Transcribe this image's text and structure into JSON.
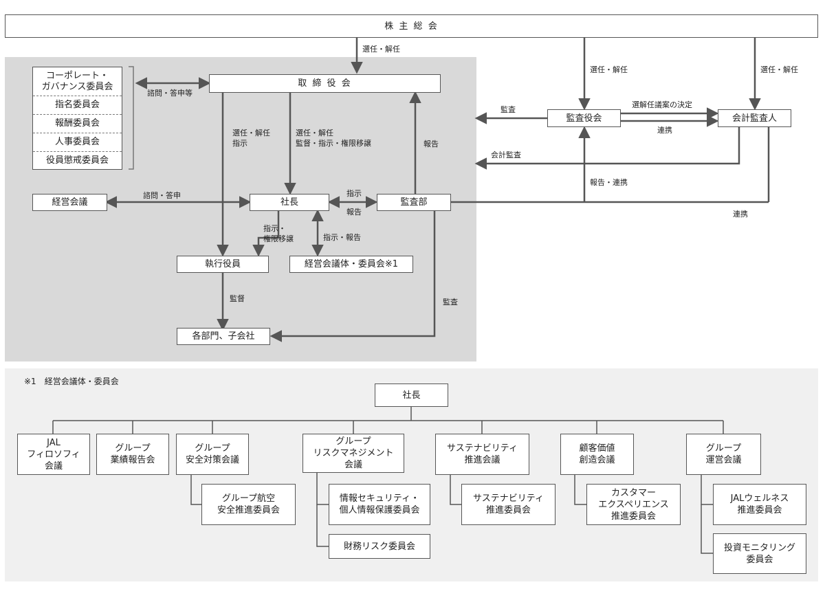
{
  "top": {
    "shareholders": "株 主 総 会"
  },
  "board": {
    "title": "取 締 役 会",
    "committees": [
      "コーポレート・\nガバナンス委員会",
      "指名委員会",
      "報酬委員会",
      "人事委員会",
      "役員懲戒委員会"
    ]
  },
  "nodes": {
    "management_council": "経営会議",
    "president": "社長",
    "audit_dept": "監査部",
    "executive_officers": "執行役員",
    "council_bodies": "経営会議体・委員会※1",
    "departments": "各部門、子会社",
    "audit_board": "監査役会",
    "accounting_auditor": "会計監査人"
  },
  "labels": {
    "elect_top": "選任・解任",
    "elect_audit_board": "選任・解任",
    "elect_auditor": "選任・解任",
    "consult_committees": "諮問・答申等",
    "consult_council": "諮問・答申",
    "board_to_exec": "選任・解任\n指示",
    "board_to_president": "選任・解任\n監督・指示・権限移譲",
    "report_board": "報告",
    "instruct": "指示",
    "report": "報告",
    "pres_to_exec": "指示・\n権限移譲",
    "pres_council": "指示・報告",
    "supervise": "監督",
    "audit_depts": "監査",
    "audit_left": "監査",
    "decision": "選解任議案の決定",
    "cooperation1": "連携",
    "accounting_audit": "会計監査",
    "report_coop": "報告・連携",
    "cooperation2": "連携"
  },
  "footnote": {
    "title": "※1　経営会議体・委員会",
    "root": "社長",
    "groups": [
      {
        "name": "JAL\nフィロソフィ\n会議",
        "children": []
      },
      {
        "name": "グループ\n業績報告会",
        "children": []
      },
      {
        "name": "グループ\n安全対策会議",
        "children": [
          "グループ航空\n安全推進委員会"
        ]
      },
      {
        "name": "グループ\nリスクマネジメント\n会議",
        "children": [
          "情報セキュリティ・\n個人情報保護委員会",
          "財務リスク委員会"
        ]
      },
      {
        "name": "サステナビリティ\n推進会議",
        "children": [
          "サステナビリティ\n推進委員会"
        ]
      },
      {
        "name": "顧客価値\n創造会議",
        "children": [
          "カスタマー\nエクスペリエンス\n推進委員会"
        ]
      },
      {
        "name": "グループ\n運営会議",
        "children": [
          "JALウェルネス\n推進委員会",
          "投資モニタリング\n委員会"
        ]
      }
    ]
  },
  "colors": {
    "line": "#555555",
    "panel_gray": "#d9d9d9",
    "panel_light": "#f0f0f0",
    "border": "#555555"
  }
}
